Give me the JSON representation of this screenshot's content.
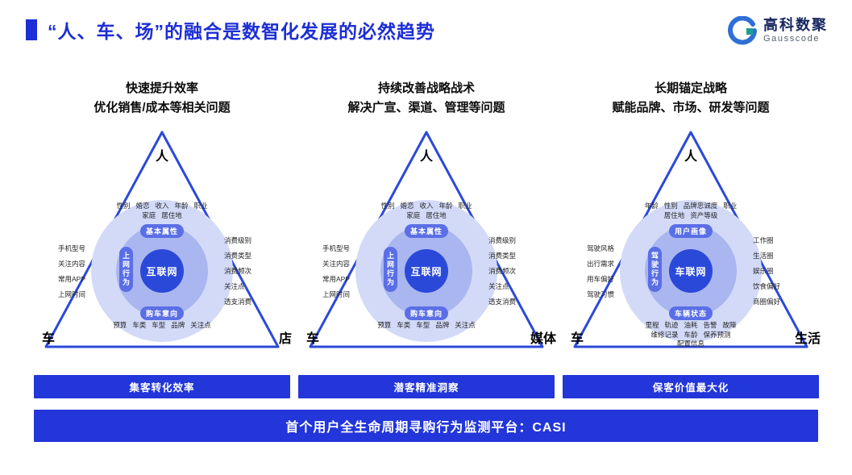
{
  "header": {
    "title": "“人、车、场”的融合是数智化发展的必然趋势",
    "logo_name": "高科数聚",
    "logo_sub": "Gausscode"
  },
  "colors": {
    "title_blue": "#1d2ed6",
    "diagram_blue": "#2b49d9",
    "banner_blue": "#2236d9",
    "circle_outer": "#d3daf8",
    "circle_mid": "#aab6f0",
    "ring_pill_blue": "#5a6ee6",
    "logo_teal": "#1d9e94"
  },
  "columns": [
    {
      "heading_line1": "快速提升效率",
      "heading_line2": "优化销售/成本等相关问题",
      "vertex_top": "人",
      "vertex_left": "车",
      "vertex_right": "店",
      "center": "互联网",
      "ring_top": "基本属性",
      "ring_bottom": "购车意向",
      "ring_left": "上网行为",
      "clusters": {
        "top": [
          "性别",
          "婚恋",
          "收入",
          "年龄",
          "职业",
          "家庭",
          "居住地"
        ],
        "left": [
          "手机型号",
          "关注内容",
          "常用APP",
          "上网时间"
        ],
        "right": [
          "消费级别",
          "消费类型",
          "消费频次",
          "关注点",
          "透支消费"
        ],
        "bottom": [
          "预算",
          "车类",
          "车型",
          "品牌",
          "关注点"
        ]
      },
      "banner": "集客转化效率"
    },
    {
      "heading_line1": "持续改善战略战术",
      "heading_line2": "解决广宣、渠道、管理等问题",
      "vertex_top": "人",
      "vertex_left": "车",
      "vertex_right": "媒体",
      "center": "互联网",
      "ring_top": "基本属性",
      "ring_bottom": "购车意向",
      "ring_left": "上网行为",
      "clusters": {
        "top": [
          "性别",
          "婚恋",
          "收入",
          "年龄",
          "职业",
          "家庭",
          "居住地"
        ],
        "left": [
          "手机型号",
          "关注内容",
          "常用APP",
          "上网时间"
        ],
        "right": [
          "消费级别",
          "消费类型",
          "消费频次",
          "关注点",
          "透支消费"
        ],
        "bottom": [
          "预算",
          "车类",
          "车型",
          "品牌",
          "关注点"
        ]
      },
      "banner": "潜客精准洞察"
    },
    {
      "heading_line1": "长期锚定战略",
      "heading_line2": "赋能品牌、市场、研发等问题",
      "vertex_top": "人",
      "vertex_left": "车",
      "vertex_right": "生活",
      "center": "车联网",
      "ring_top": "用户画像",
      "ring_bottom": "车辆状态",
      "ring_left": "驾驶行为",
      "clusters": {
        "top": [
          "年龄",
          "性别",
          "品牌忠诚度",
          "职业",
          "居住地",
          "资产等级"
        ],
        "left": [
          "驾驶风格",
          "出行需求",
          "用车偏好",
          "驾驶习惯"
        ],
        "right": [
          "工作圈",
          "生活圈",
          "娱乐圈",
          "饮食偏好",
          "商圈偏好"
        ],
        "bottom": [
          "里程",
          "轨迹",
          "油耗",
          "告警",
          "故障",
          "维修记录",
          "车龄",
          "保养预测",
          "配置信息"
        ]
      },
      "banner": "保客价值最大化"
    }
  ],
  "footer": {
    "banner": "首个用户全生命周期寻购行为监测平台：CASI"
  }
}
